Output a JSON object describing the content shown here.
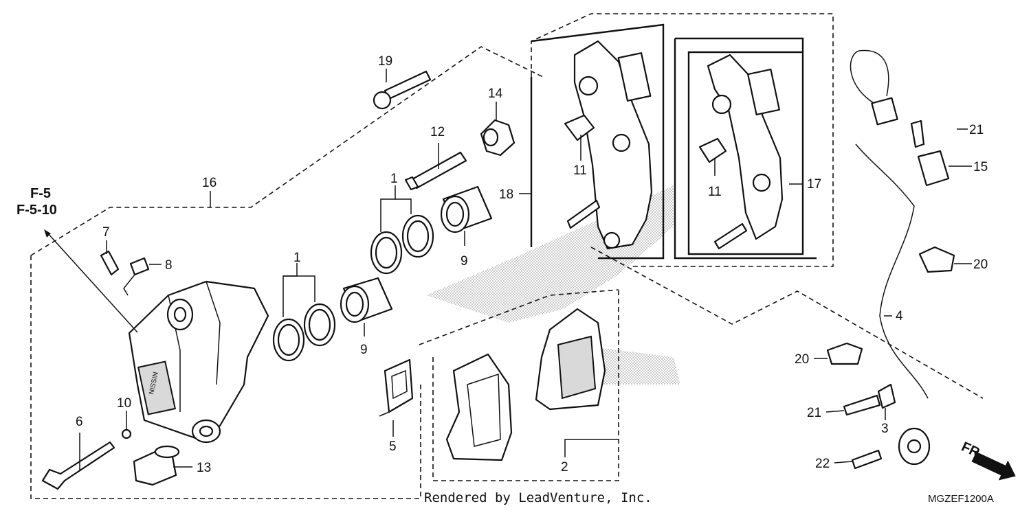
{
  "callouts": [
    "1",
    "1",
    "2",
    "3",
    "4",
    "5",
    "6",
    "7",
    "8",
    "9",
    "9",
    "10",
    "11",
    "11",
    "12",
    "13",
    "14",
    "15",
    "16",
    "17",
    "18",
    "19",
    "20",
    "20",
    "21",
    "21",
    "22"
  ],
  "references": [
    "F-5",
    "F-5-10"
  ],
  "direction": "FR.",
  "credit": "Rendered by LeadVenture, Inc.",
  "diagram_code": "MGZEF1200A"
}
